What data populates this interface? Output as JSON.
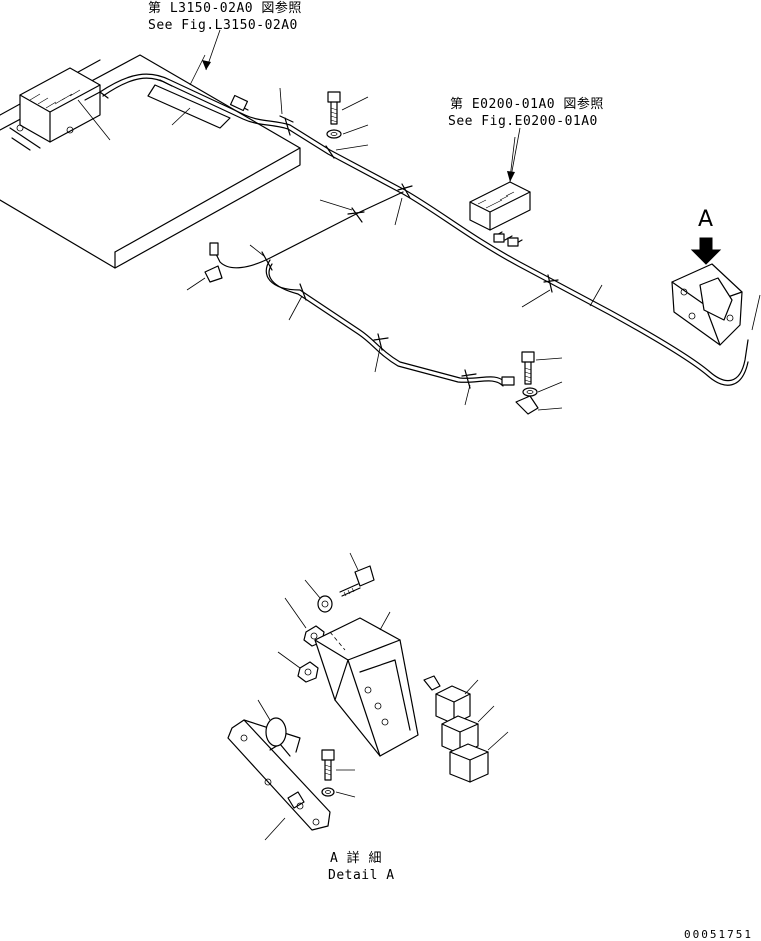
{
  "references": {
    "top_jp": "第 L3150-02A0 図参照",
    "top_en": "See Fig.L3150-02A0",
    "right_jp": "第 E0200-01A0 図参照",
    "right_en": "See Fig.E0200-01A0"
  },
  "view_marker": "A",
  "detail": {
    "jp": "A 詳 細",
    "en": "Detail A"
  },
  "drawing_number": "00051751"
}
